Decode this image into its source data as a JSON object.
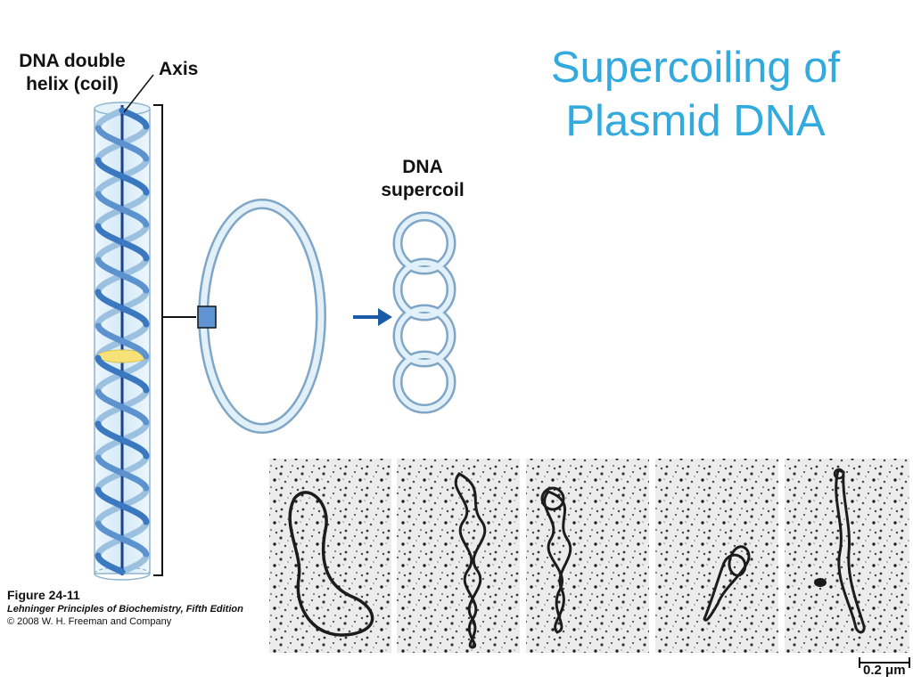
{
  "title": {
    "line1": "Supercoiling of",
    "line2": "Plasmid DNA"
  },
  "labels": {
    "helix_line1": "DNA double",
    "helix_line2": "helix (coil)",
    "axis": "Axis",
    "supercoil_line1": "DNA",
    "supercoil_line2": "supercoil"
  },
  "caption": {
    "figure": "Figure 24-11",
    "book": "Lehninger Principles of Biochemistry, Fifth Edition",
    "copyright": "© 2008 W. H. Freeman and Company"
  },
  "scale_bar": {
    "label": "0.2 μm"
  },
  "micrograph_panels": [
    {
      "index": 1,
      "form": "relaxed"
    },
    {
      "index": 2,
      "form": "supercoiled"
    },
    {
      "index": 3,
      "form": "supercoiled"
    },
    {
      "index": 4,
      "form": "supercoiled"
    },
    {
      "index": 5,
      "form": "supercoiled"
    }
  ],
  "colors": {
    "title": "#33aadd",
    "helix_strand": "#3a78c0",
    "axis_line": "#1b3f8b",
    "cylinder": "#d6ebf7",
    "supercoil_tube": "#a9cce8",
    "arrow": "#1b5aa8",
    "highlight": "#f7e27a"
  },
  "icons": {
    "arrow": "right-arrow-icon"
  }
}
